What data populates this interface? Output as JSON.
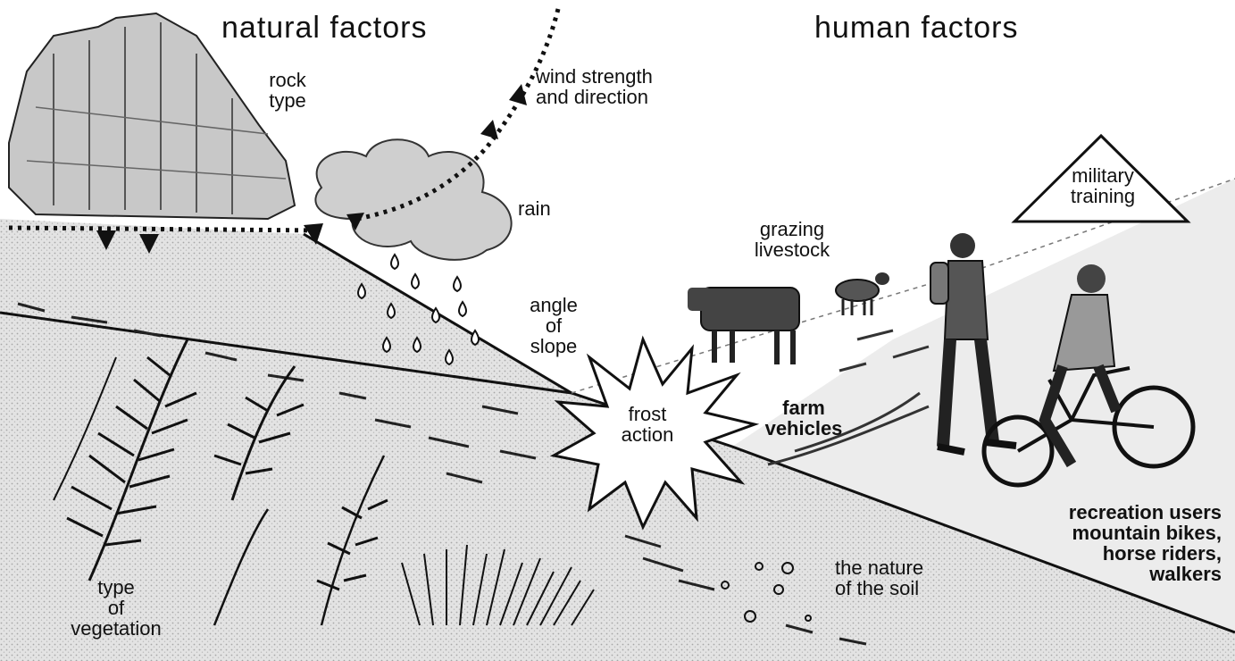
{
  "headings": {
    "natural": "natural factors",
    "human": "human factors"
  },
  "natural_labels": {
    "rock_type": [
      "rock",
      "type"
    ],
    "wind": [
      "wind strength",
      "and direction"
    ],
    "rain": "rain",
    "angle_of_slope": [
      "angle",
      "of",
      "slope"
    ],
    "type_of_vegetation": [
      "type",
      "of",
      "vegetation"
    ],
    "nature_of_soil": [
      "the nature",
      "of the soil"
    ]
  },
  "centre_label": [
    "frost",
    "action"
  ],
  "human_labels": {
    "military_training": [
      "military",
      "training"
    ],
    "grazing_livestock": [
      "grazing",
      "livestock"
    ],
    "farm_vehicles": [
      "farm",
      "vehicles"
    ],
    "recreation_users": [
      "recreation users",
      "mountain bikes,",
      "horse riders,",
      "walkers"
    ]
  },
  "colors": {
    "ink": "#111111",
    "shade": "#d2d2d2",
    "paper": "#ffffff"
  }
}
